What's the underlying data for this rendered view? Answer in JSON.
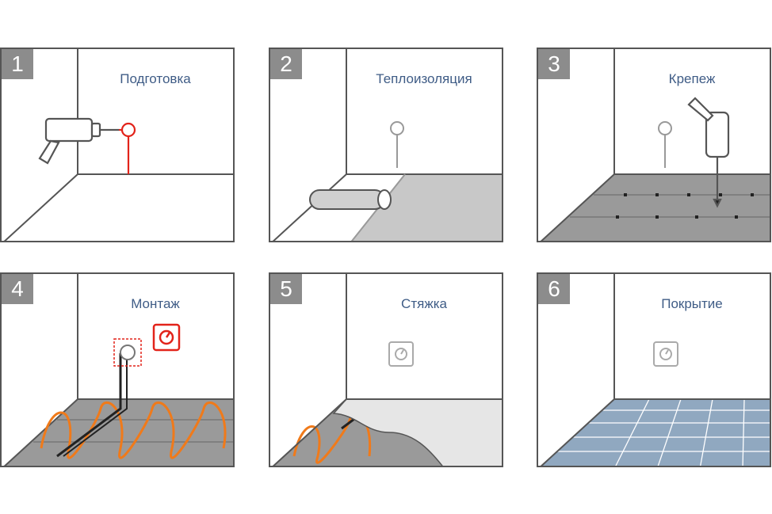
{
  "steps": [
    {
      "number": "1",
      "label": "Подготовка"
    },
    {
      "number": "2",
      "label": "Теплоизоляция"
    },
    {
      "number": "3",
      "label": "Крепеж"
    },
    {
      "number": "4",
      "label": "Монтаж"
    },
    {
      "number": "5",
      "label": "Стяжка"
    },
    {
      "number": "6",
      "label": "Покрытие"
    }
  ],
  "colors": {
    "frame": "#555555",
    "badge": "#8c8c8c",
    "label": "#3f5c86",
    "accent_red": "#e2231a",
    "heating_cable": "#f07a1a",
    "floor_gray": "#c8c8c8",
    "screed": "#e6e6e6",
    "tile_blue": "#90a8c0"
  },
  "icons": [
    "drill-icon",
    "insulation-roll-icon",
    "screwdriver-icon",
    "thermostat-icon",
    "socket-icon",
    "heating-cable-icon"
  ]
}
